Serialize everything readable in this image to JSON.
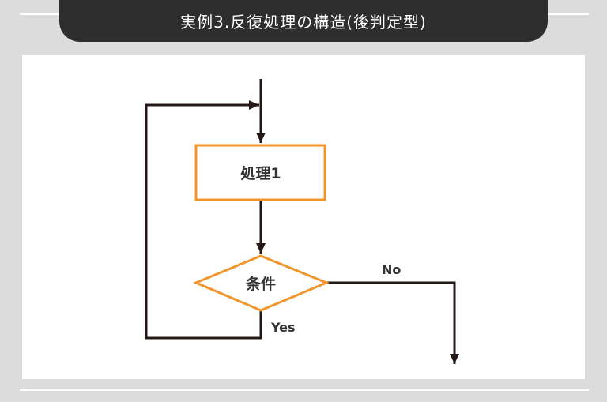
{
  "title": "実例3.反復処理の構造(後判定型)",
  "flowchart": {
    "process_label": "処理1",
    "condition_label": "条件",
    "yes_label": "Yes",
    "no_label": "No",
    "accent_color": "#f0962d",
    "line_color": "#231815"
  }
}
